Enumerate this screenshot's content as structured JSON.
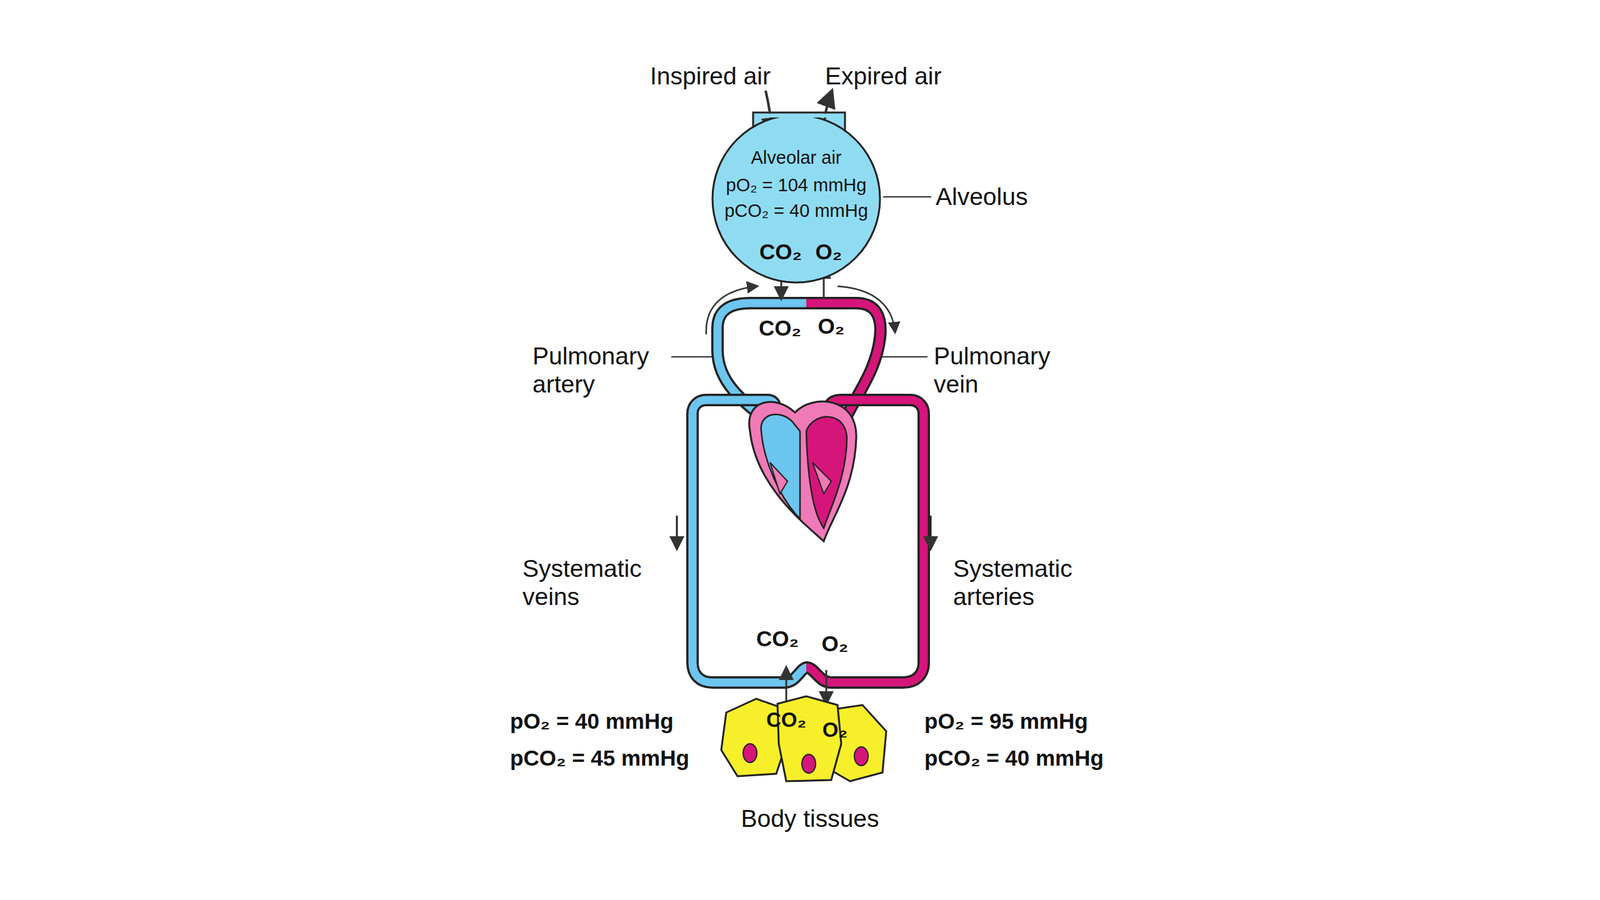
{
  "diagram": {
    "nodes": [
      {
        "text": [
          "Alveolar air",
          "pO₂ = 104 mmHg",
          "pCO₂ = 40 mmHg",
          "CO₂",
          "O₂"
        ]
      },
      {
        "text": [
          "CO₂",
          "O₂",
          "Body tissues"
        ]
      }
    ],
    "labels": [
      "Inspired air",
      "Expired air",
      "Alveolus",
      "CO₂",
      "O₂",
      "Pulmonary artery",
      "Pulmonary vein",
      "Systematic veins",
      "Systematic arteries",
      "CO₂",
      "O₂",
      "pO₂ = 40 mmHg",
      "pCO₂ = 45 mmHg",
      "pO₂ = 95 mmHg",
      "pCO₂ = 40 mmHg"
    ]
  }
}
